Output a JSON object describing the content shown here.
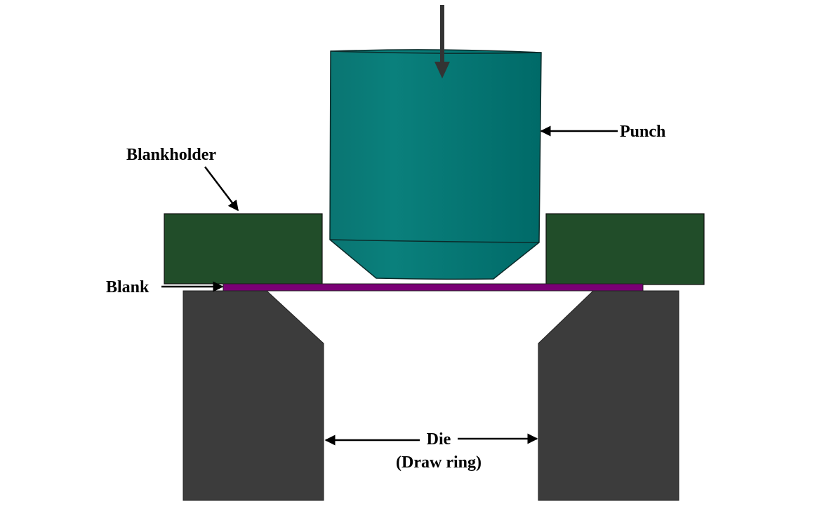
{
  "labels": {
    "punch": "Punch",
    "blankholder": "Blankholder",
    "blank": "Blank",
    "die": "Die",
    "die_sub": "(Draw ring)"
  },
  "colors": {
    "punch": "#007572",
    "blankholder": "#214d29",
    "blank": "#7a0075",
    "die": "#3c3c3c",
    "force_arrow": "#333333"
  }
}
